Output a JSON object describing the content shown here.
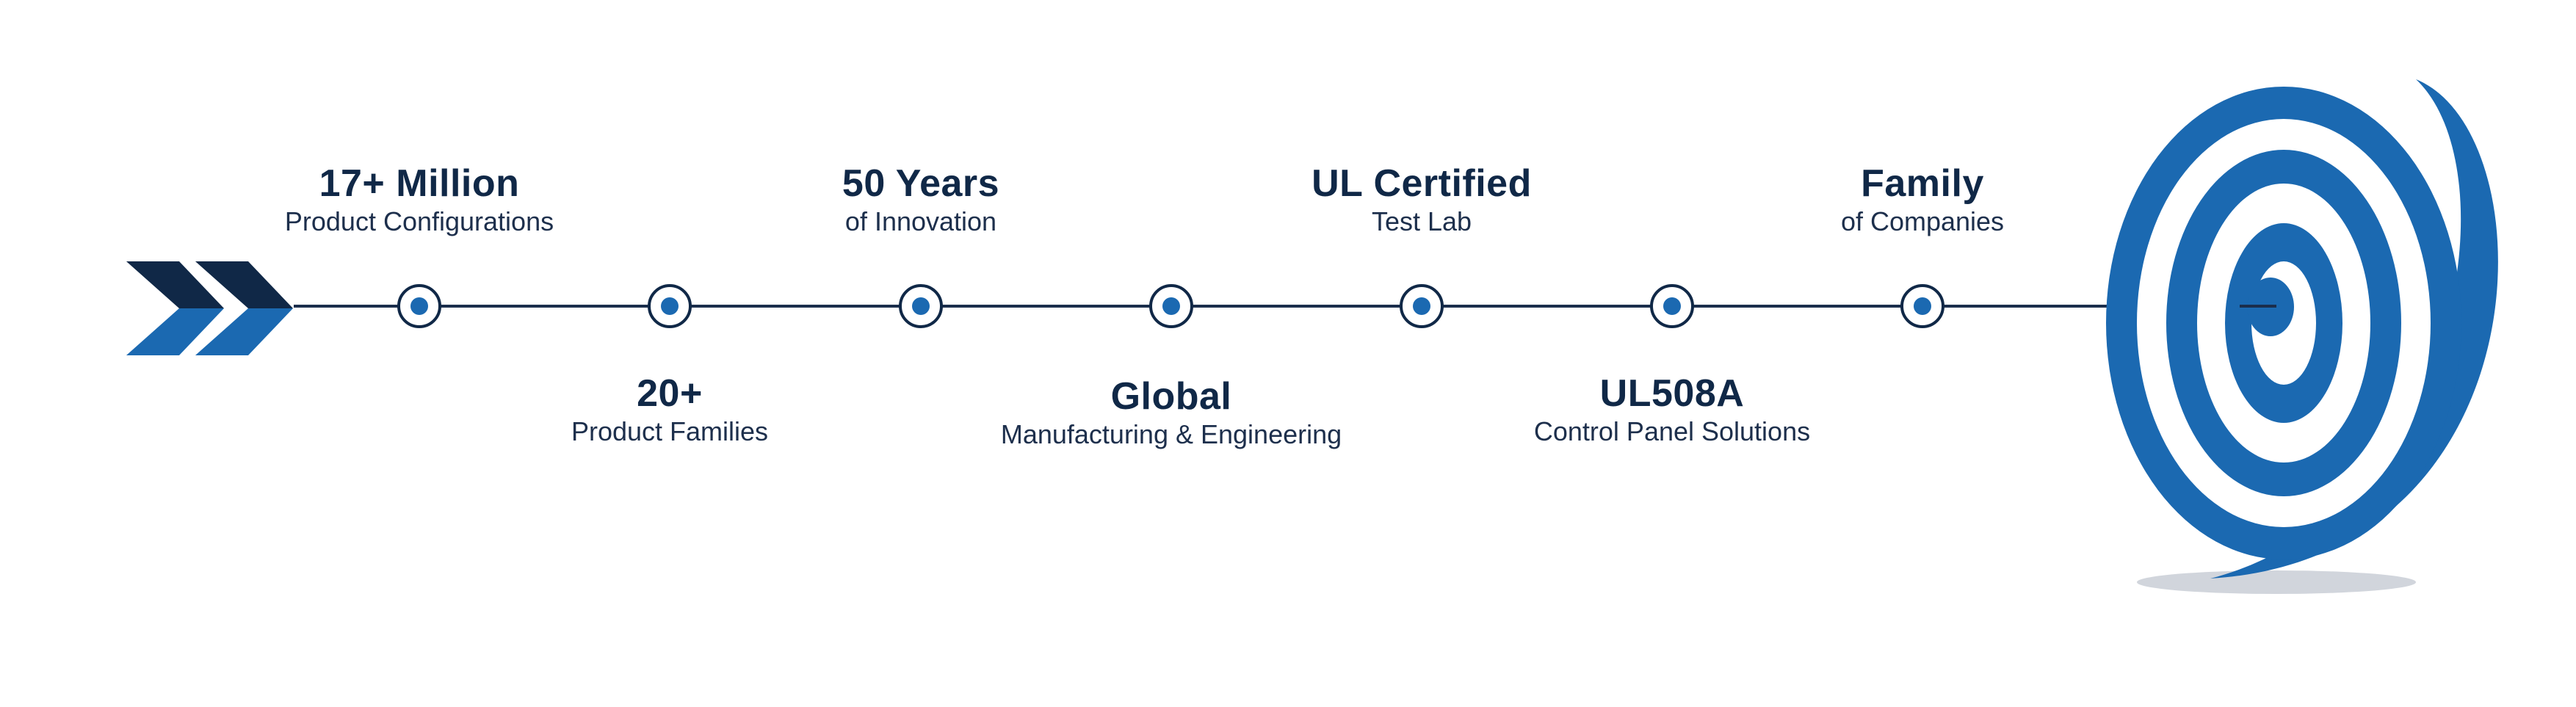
{
  "colors": {
    "navy": "#102847",
    "blue": "#1b69b1",
    "line": "#1b2e4c",
    "shadow": "#c9ced6"
  },
  "icons": {
    "start": "double-chevron-arrow-icon",
    "end": "target-bullseye-icon",
    "node": "timeline-dot-icon"
  },
  "milestones": [
    {
      "title": "17+ Million",
      "subtitle": "Product Configurations",
      "position": "above"
    },
    {
      "title": "20+",
      "subtitle": "Product Families",
      "position": "below"
    },
    {
      "title": "50 Years",
      "subtitle": "of Innovation",
      "position": "above"
    },
    {
      "title": "Global",
      "subtitle": "Manufacturing & Engineering",
      "position": "below"
    },
    {
      "title": "UL Certified",
      "subtitle": "Test Lab",
      "position": "above"
    },
    {
      "title": "UL508A",
      "subtitle": "Control Panel Solutions",
      "position": "below"
    },
    {
      "title": "Family",
      "subtitle": "of Companies",
      "position": "above"
    }
  ]
}
